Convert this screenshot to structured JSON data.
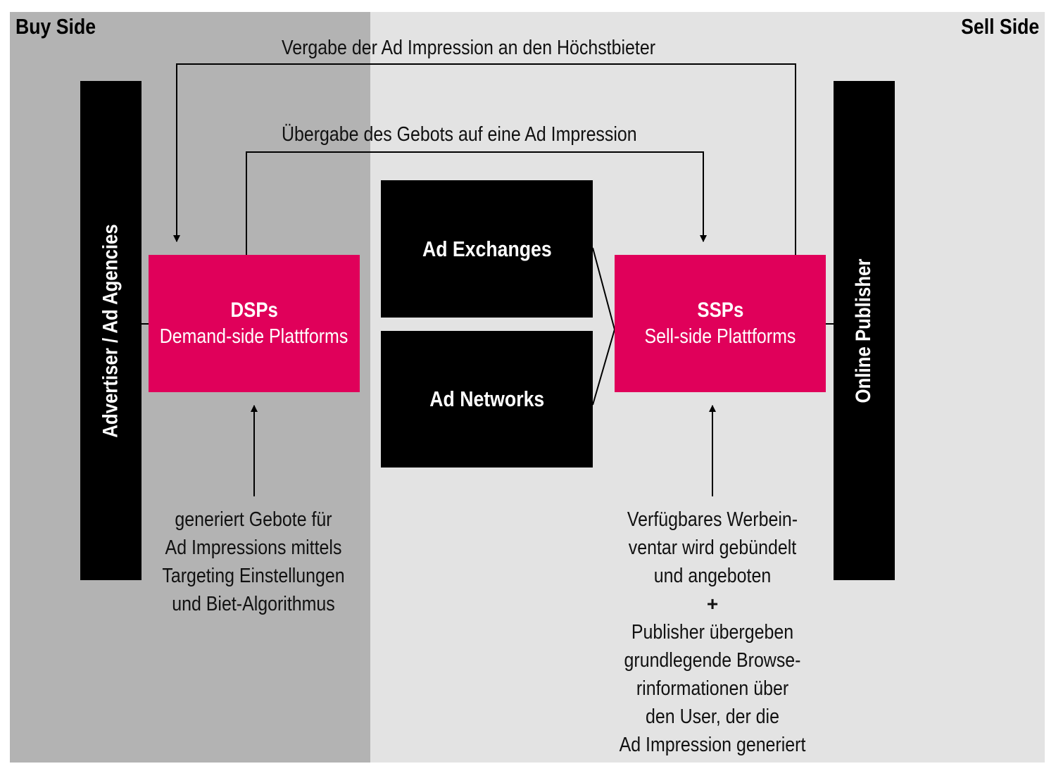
{
  "sides": {
    "buy": "Buy Side",
    "sell": "Sell Side"
  },
  "bars": {
    "left": "Advertiser / Ad Agencies",
    "right": "Online Publisher"
  },
  "arrows": {
    "top": "Vergabe der Ad Impression an den Höchstbieter",
    "second": "Übergabe des Gebots auf eine Ad Impression"
  },
  "dsp": {
    "title": "DSPs",
    "subtitle": "Demand-side Plattforms"
  },
  "ssp": {
    "title": "SSPs",
    "subtitle": "Sell-side Plattforms"
  },
  "middle": {
    "exchanges": "Ad Exchanges",
    "networks": "Ad Networks"
  },
  "notes": {
    "left": [
      "generiert Gebote für",
      "Ad Impressions mittels",
      "Targeting Einstellungen",
      "und Biet-Algorithmus"
    ],
    "right_top": [
      "Verfügbares Werbein-",
      "ventar wird gebündelt",
      "und angeboten"
    ],
    "plus": "+",
    "right_bottom": [
      "Publisher übergeben",
      "grundlegende Browse-",
      "rinformationen über",
      "den User, der die",
      "Ad Impression generiert"
    ]
  },
  "colors": {
    "buy_bg": "#b3b3b3",
    "sell_bg": "#e3e3e3",
    "accent": "#e0005a",
    "dark": "#000000"
  }
}
